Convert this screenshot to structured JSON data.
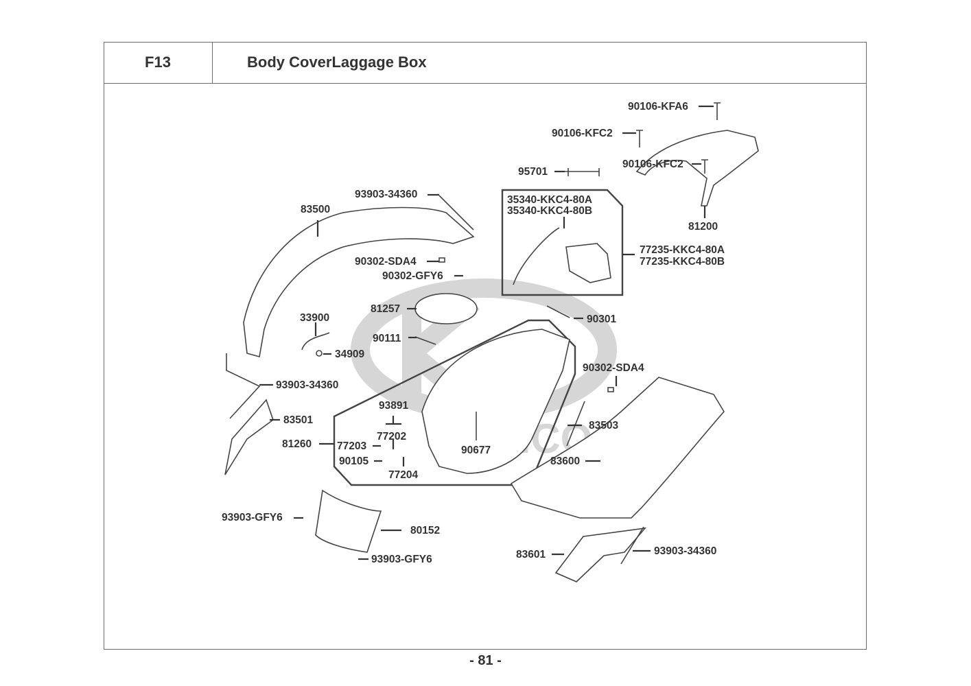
{
  "header": {
    "section_code": "F13",
    "title": "Body CoverLaggage Box"
  },
  "page_number": "- 81 -",
  "watermark": {
    "logo": "kymco-logo",
    "text": "KYMCO"
  },
  "parts": [
    {
      "id": "p1",
      "number": "90106-KFA6",
      "name": "bolt"
    },
    {
      "id": "p2",
      "number": "90106-KFC2",
      "name": "bolt"
    },
    {
      "id": "p3",
      "number": "95701",
      "name": "bolt"
    },
    {
      "id": "p4",
      "number": "90106-KFC2",
      "name": "bolt"
    },
    {
      "id": "p5",
      "number": "81200",
      "name": "rear-carrier"
    },
    {
      "id": "p6",
      "number": "93903-34360",
      "name": "screw"
    },
    {
      "id": "p7",
      "number": "83500",
      "name": "rear-body-cover"
    },
    {
      "id": "p8",
      "number": "35340-KKC4-80A",
      "name": "switch"
    },
    {
      "id": "p9",
      "number": "35340-KKC4-80B",
      "name": "switch"
    },
    {
      "id": "p10",
      "number": "77235-KKC4-80A",
      "name": "seat-lock"
    },
    {
      "id": "p11",
      "number": "77235-KKC4-80B",
      "name": "seat-lock"
    },
    {
      "id": "p12",
      "number": "90302-SDA4",
      "name": "nut"
    },
    {
      "id": "p13",
      "number": "90302-GFY6",
      "name": "nut"
    },
    {
      "id": "p14",
      "number": "81257",
      "name": "box-cover"
    },
    {
      "id": "p15",
      "number": "33900",
      "name": "lamp-harness"
    },
    {
      "id": "p16",
      "number": "34909",
      "name": "bulb"
    },
    {
      "id": "p17",
      "number": "90111",
      "name": "bolt"
    },
    {
      "id": "p18",
      "number": "90301",
      "name": "nut"
    },
    {
      "id": "p19",
      "number": "93903-34360",
      "name": "screw"
    },
    {
      "id": "p20",
      "number": "83501",
      "name": "side-cover"
    },
    {
      "id": "p21",
      "number": "90302-SDA4",
      "name": "nut"
    },
    {
      "id": "p22",
      "number": "93891",
      "name": "screw"
    },
    {
      "id": "p23",
      "number": "77202",
      "name": "lock-part"
    },
    {
      "id": "p24",
      "number": "81260",
      "name": "luggage-box"
    },
    {
      "id": "p25",
      "number": "77203",
      "name": "lock-part"
    },
    {
      "id": "p26",
      "number": "90105",
      "name": "bolt"
    },
    {
      "id": "p27",
      "number": "77204",
      "name": "lock-part"
    },
    {
      "id": "p28",
      "number": "90677",
      "name": "clip"
    },
    {
      "id": "p29",
      "number": "83503",
      "name": "strip"
    },
    {
      "id": "p30",
      "number": "83600",
      "name": "side-cover"
    },
    {
      "id": "p31",
      "number": "93903-GFY6",
      "name": "screw"
    },
    {
      "id": "p32",
      "number": "80152",
      "name": "rear-cover"
    },
    {
      "id": "p33",
      "number": "93903-GFY6",
      "name": "screw"
    },
    {
      "id": "p34",
      "number": "83601",
      "name": "grille"
    },
    {
      "id": "p35",
      "number": "93903-34360",
      "name": "screw"
    }
  ]
}
